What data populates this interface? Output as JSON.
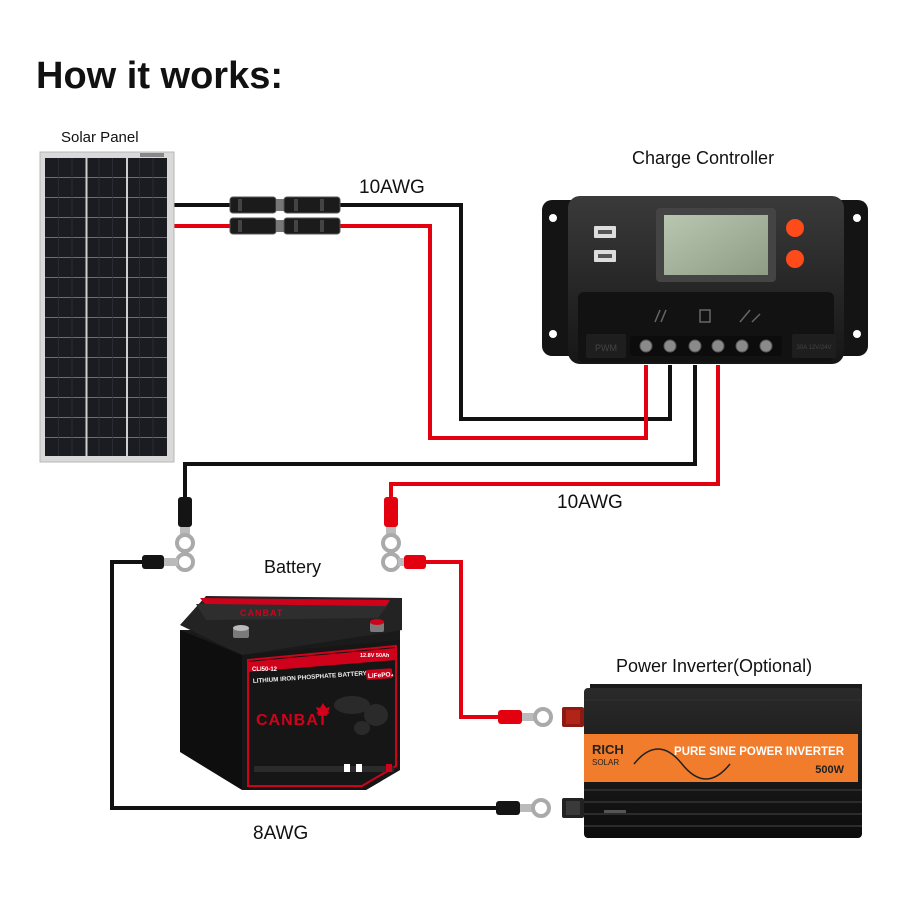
{
  "heading": "How it works:",
  "components": {
    "solar_panel": {
      "label": "Solar Panel"
    },
    "charge_controller": {
      "label": "Charge Controller",
      "left_badge": "PWM",
      "right_badge": "30A 12V/24V"
    },
    "battery": {
      "label": "Battery",
      "brand": "CANBAT",
      "model": "CLI50-12",
      "rating": "12.8V 50Ah",
      "chemistry_text": "LITHIUM IRON PHOSPHATE BATTERY",
      "chemistry_badge": "LiFePO₄"
    },
    "inverter": {
      "label": "Power Inverter(Optional)",
      "brand_line1": "RICH",
      "brand_line2": "SOLAR",
      "product_text": "PURE SINE POWER INVERTER",
      "wattage": "500W"
    }
  },
  "wires": {
    "panel_to_controller": "10AWG",
    "controller_to_battery": "10AWG",
    "battery_to_inverter": "8AWG"
  },
  "colors": {
    "positive": "#e3000f",
    "negative": "#111111",
    "controller_button": "#ff4a1a",
    "inverter_band": "#f07c2c",
    "battery_accent": "#d0021b"
  }
}
